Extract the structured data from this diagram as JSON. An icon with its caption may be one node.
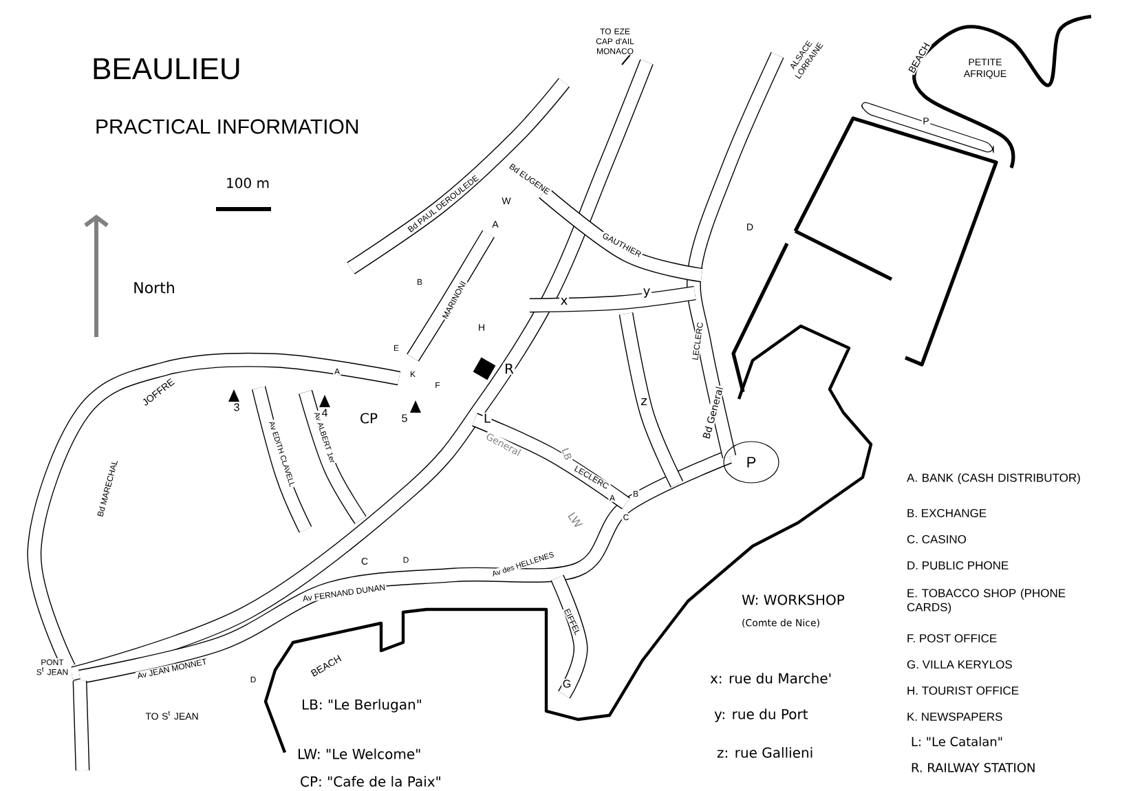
{
  "diagram": {
    "title": "BEAULIEU",
    "labels": [
      "PRACTICAL INFORMATION",
      "100 m",
      "North",
      "TO EZE CAP d'AIL MONACO",
      "ALSACE LORRAINE",
      "BEACH",
      "PETITE AFRIQUE",
      "P",
      "Bd PAUL DEROULEDE",
      "Bd EUGENE",
      "W",
      "A",
      "GAUTHIER",
      "D",
      "x",
      "y",
      "MARINONI",
      "B",
      "E",
      "K",
      "F",
      "H",
      "R",
      "z",
      "LECLERC",
      "A",
      "JOFFRE",
      "3",
      "4",
      "CP",
      "5",
      "L",
      "General",
      "Av EDITH CLAVELL",
      "Av ALBERT 1er",
      "LB",
      "LECLERC",
      "A",
      "B",
      "C",
      "LW",
      "Bd General",
      "P",
      "Bd MARECHAL",
      "C",
      "D",
      "Av FERNAND DUNAN",
      "Av des HELLENES",
      "EIFFEL",
      "G",
      "D",
      "PONT S$^{t}$ JEAN",
      "Av JEAN MONNET",
      "TO S$^{t}$ JEAN",
      "BEACH",
      "LB: \"Le Berlugan\"",
      "LW: \"Le Welcome\"",
      "CP: \"Cafe de la Paix\"",
      "W: WORKSHOP",
      "(Comte de Nice)",
      "x: rue du Marche'",
      "y: rue du Port",
      "z: rue Gallieni",
      "A. BANK (CASH DISTRIBUTOR)",
      "B. EXCHANGE",
      "C. CASINO",
      "D. PUBLIC PHONE",
      "E. TOBACCO SHOP (PHONE CARDS)",
      "F. POST OFFICE",
      "G. VILLA KERYLOS",
      "H. TOURIST OFFICE",
      "K. NEWSPAPERS",
      "L: \"Le Catalan\"",
      "R. RAILWAY STATION"
    ]
  }
}
